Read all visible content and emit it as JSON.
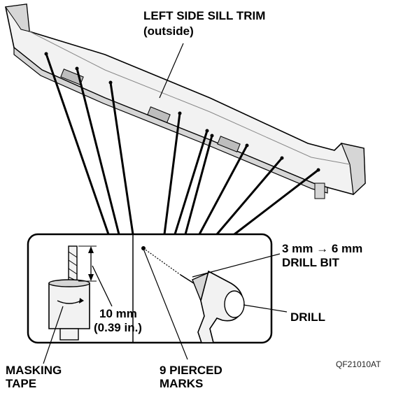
{
  "labels": {
    "sill_trim_line1": "LEFT SIDE SILL TRIM",
    "sill_trim_line2": "(outside)",
    "drill_bit_line1": "3 mm → 6 mm",
    "drill_bit_line2": "DRILL BIT",
    "drill": "DRILL",
    "depth_line1": "10 mm",
    "depth_line2": "(0.39 in.)",
    "masking_line1": "MASKING",
    "masking_line2": "TAPE",
    "pierced_line1": "9 PIERCED",
    "pierced_line2": "MARKS",
    "figure_code": "QF21010AT"
  },
  "colors": {
    "ink": "#000000",
    "part_fill": "#f2f2f2",
    "part_shade": "#d6d6d6",
    "background": "#ffffff"
  }
}
